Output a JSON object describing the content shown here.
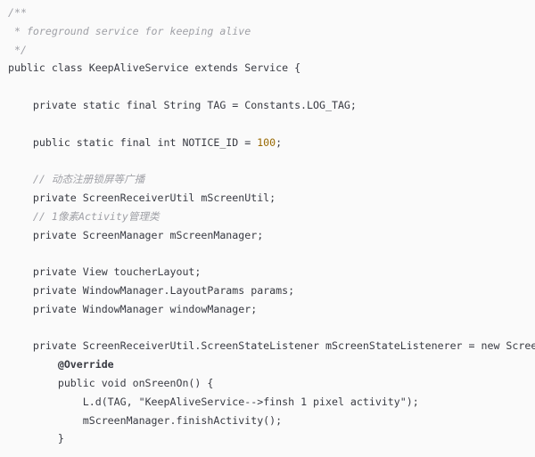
{
  "code": {
    "language": "java",
    "lines": [
      [
        {
          "t": "/**",
          "k": "comment"
        }
      ],
      [
        {
          "t": " * foreground service for keeping alive",
          "k": "comment"
        }
      ],
      [
        {
          "t": " */",
          "k": "comment"
        }
      ],
      [
        {
          "t": "public class KeepAliveService extends Service {",
          "k": "plain"
        }
      ],
      [],
      [
        {
          "t": "    private static final String TAG = Constants.LOG_TAG;",
          "k": "plain"
        }
      ],
      [],
      [
        {
          "t": "    public static final int NOTICE_ID = ",
          "k": "plain"
        },
        {
          "t": "100",
          "k": "number"
        },
        {
          "t": ";",
          "k": "plain"
        }
      ],
      [],
      [
        {
          "t": "    // 动态注册锁屏等广播",
          "k": "comment"
        }
      ],
      [
        {
          "t": "    private ScreenReceiverUtil mScreenUtil;",
          "k": "plain"
        }
      ],
      [
        {
          "t": "    // 1像素Activity管理类",
          "k": "comment"
        }
      ],
      [
        {
          "t": "    private ScreenManager mScreenManager;",
          "k": "plain"
        }
      ],
      [],
      [
        {
          "t": "    private View toucherLayout;",
          "k": "plain"
        }
      ],
      [
        {
          "t": "    private WindowManager.LayoutParams params;",
          "k": "plain"
        }
      ],
      [
        {
          "t": "    private WindowManager windowManager;",
          "k": "plain"
        }
      ],
      [],
      [
        {
          "t": "    private ScreenReceiverUtil.ScreenStateListener mScreenStateListenerer = new ScreenReceiverUtil.ScreenStateListener() {",
          "k": "plain"
        }
      ],
      [
        {
          "t": "        ",
          "k": "plain"
        },
        {
          "t": "@Override",
          "k": "annotation"
        }
      ],
      [
        {
          "t": "        public void onSreenOn() {",
          "k": "plain"
        }
      ],
      [
        {
          "t": "            L.d(TAG, ",
          "k": "plain"
        },
        {
          "t": "\"KeepAliveService-->finsh 1 pixel activity\"",
          "k": "string"
        },
        {
          "t": ");",
          "k": "plain"
        }
      ],
      [
        {
          "t": "            mScreenManager.finishActivity();",
          "k": "plain"
        }
      ],
      [
        {
          "t": "        }",
          "k": "plain"
        }
      ]
    ]
  }
}
